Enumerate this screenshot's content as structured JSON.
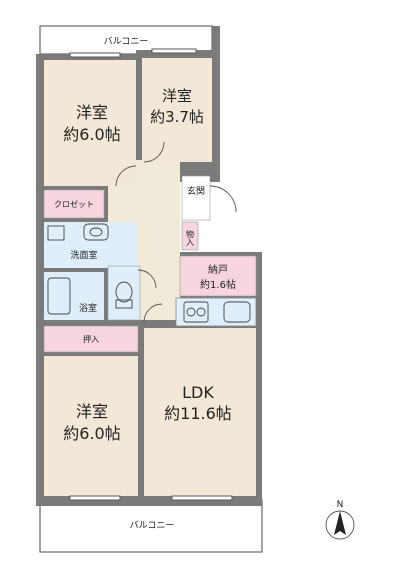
{
  "rooms": {
    "balcony_top": "バルコニー",
    "balcony_bottom": "バルコニー",
    "western_top_left": {
      "name": "洋室",
      "size": "約6.0帖"
    },
    "western_top_right": {
      "name": "洋室",
      "size": "約3.7帖"
    },
    "closet": "クロゼット",
    "entrance": "玄関",
    "storage_small": "物入",
    "washroom": "洗面室",
    "bathroom": "浴室",
    "pantry": {
      "name": "納戸",
      "size": "約1.6帖"
    },
    "oshiire": "押入",
    "western_bottom_left": {
      "name": "洋室",
      "size": "約6.0帖"
    },
    "ldk": {
      "name": "LDK",
      "size": "約11.6帖"
    }
  },
  "compass": {
    "label": "N"
  },
  "colors": {
    "wall": "#7a7a7a",
    "floor_room": "#f3e7d7",
    "floor_hall": "#f1ead9",
    "floor_wet": "#dfeef8",
    "closet": "#f7d5de",
    "balcony": "#ffffff"
  }
}
